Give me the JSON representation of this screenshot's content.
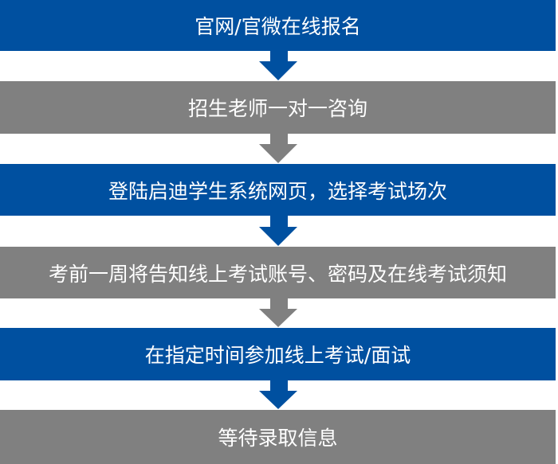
{
  "colors": {
    "blue": "#0050a0",
    "gray": "#808080"
  },
  "steps": [
    {
      "label": "官网/官微在线报名"
    },
    {
      "label": "招生老师一对一咨询"
    },
    {
      "label": "登陆启迪学生系统网页，选择考试场次"
    },
    {
      "label": "考前一周将告知线上考试账号、密码及在线考试须知"
    },
    {
      "label": "在指定时间参加线上考试/面试"
    },
    {
      "label": "等待录取信息"
    }
  ]
}
